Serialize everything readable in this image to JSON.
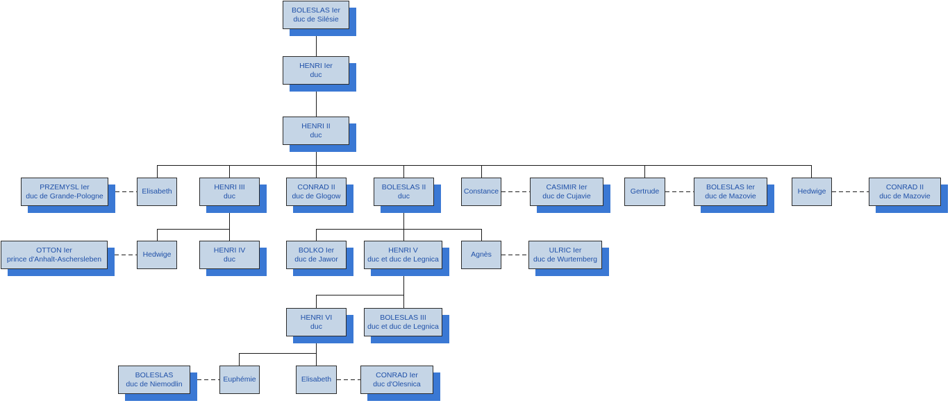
{
  "colors": {
    "box_fill": "#c5d5e6",
    "box_text": "#1f50a8",
    "shadow": "#3a78d4",
    "line": "#1a1a1a"
  },
  "nodes": {
    "boleslas1": {
      "l1": "BOLESLAS Ier",
      "l2": "duc de Silésie"
    },
    "henri1": {
      "l1": "HENRI Ier",
      "l2": "duc"
    },
    "henri2": {
      "l1": "HENRI II",
      "l2": "duc"
    },
    "przemysl1": {
      "l1": "PRZEMYSL Ier",
      "l2": "duc de Grande-Pologne"
    },
    "elisabeth1": {
      "l1": "Elisabeth"
    },
    "henri3": {
      "l1": "HENRI III",
      "l2": "duc"
    },
    "conrad2glogow": {
      "l1": "CONRAD II",
      "l2": "duc de Glogow"
    },
    "boleslas2": {
      "l1": "BOLESLAS II",
      "l2": "duc"
    },
    "constance": {
      "l1": "Constance"
    },
    "casimir1": {
      "l1": "CASIMIR Ier",
      "l2": "duc de Cujavie"
    },
    "gertrude": {
      "l1": "Gertrude"
    },
    "boleslas1mazovie": {
      "l1": "BOLESLAS Ier",
      "l2": "duc de Mazovie"
    },
    "hedwige1": {
      "l1": "Hedwige"
    },
    "conrad2mazovie": {
      "l1": "CONRAD II",
      "l2": "duc de Mazovie"
    },
    "otton1": {
      "l1": "OTTON Ier",
      "l2": "prince d'Anhalt-Aschersleben"
    },
    "hedwige2": {
      "l1": "Hedwige"
    },
    "henri4": {
      "l1": "HENRI IV",
      "l2": "duc"
    },
    "bolko1": {
      "l1": "BOLKO Ier",
      "l2": "duc de Jawor"
    },
    "henri5": {
      "l1": "HENRI V",
      "l2": "duc et duc de Legnica"
    },
    "agnes": {
      "l1": "Agnès"
    },
    "ulric1": {
      "l1": "ULRIC Ier",
      "l2": "duc de Wurtemberg"
    },
    "henri6": {
      "l1": "HENRI VI",
      "l2": "duc"
    },
    "boleslas3": {
      "l1": "BOLESLAS III",
      "l2": "duc et duc de Legnica"
    },
    "boleslasniemodlin": {
      "l1": "BOLESLAS",
      "l2": "duc de Niemodlin"
    },
    "euphemie": {
      "l1": "Euphémie"
    },
    "elisabeth2": {
      "l1": "Elisabeth"
    },
    "conrad1olesnica": {
      "l1": "CONRAD Ier",
      "l2": "duc d'Olesnica"
    }
  }
}
